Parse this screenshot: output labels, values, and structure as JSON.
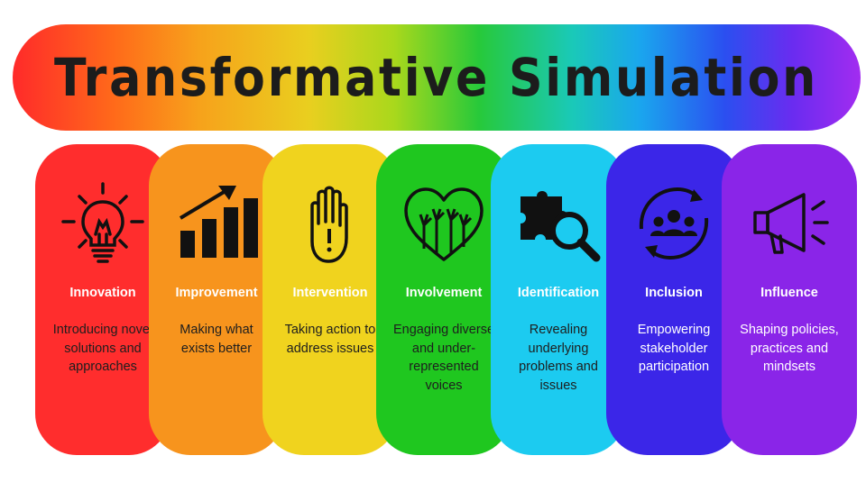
{
  "title": "Transformative Simulation",
  "cards": [
    {
      "name": "Innovation",
      "desc": "Introducing novel solutions and approaches",
      "color": "#ff2d2d",
      "icon": "lightbulb-icon"
    },
    {
      "name": "Improvement",
      "desc": "Making what exists better",
      "color": "#f7941d",
      "icon": "growth-chart-icon"
    },
    {
      "name": "Intervention",
      "desc": "Taking action to address issues",
      "color": "#f0d31e",
      "icon": "raised-hand-icon"
    },
    {
      "name": "Involvement",
      "desc": "Engaging diverse and under-represented voices",
      "color": "#1fc71f",
      "icon": "heart-hands-icon"
    },
    {
      "name": "Identification",
      "desc": "Revealing underlying problems and issues",
      "color": "#1ccbf0",
      "icon": "puzzle-search-icon"
    },
    {
      "name": "Inclusion",
      "desc": "Empowering stakeholder participation",
      "color": "#3b26e8",
      "icon": "group-cycle-icon"
    },
    {
      "name": "Influence",
      "desc": "Shaping policies, practices and mindsets",
      "color": "#8a25e8",
      "icon": "megaphone-icon"
    }
  ]
}
